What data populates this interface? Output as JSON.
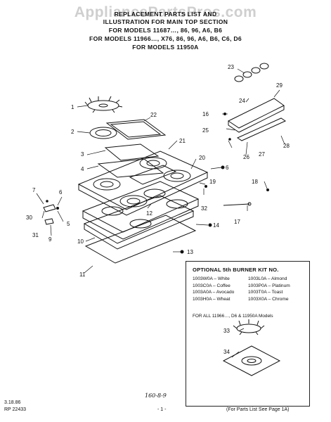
{
  "watermark": "AppliancePartsPros.com",
  "header": {
    "line1": "REPLACEMENT PARTS LIST AND",
    "line2": "ILLUSTRATION FOR MAIN TOP SECTION",
    "line3": "FOR MODELS 11687…, 86, 96, A6, B6",
    "line4": "FOR MODELS 11966…, X76, 86, 96, A6, B6, C6, D6",
    "line5": "FOR MODELS 11950A"
  },
  "callouts": {
    "c1": "1",
    "c2": "2",
    "c3": "3",
    "c4": "4",
    "c5": "5",
    "c6": "6",
    "c6b": "6",
    "c7": "7",
    "c9": "9",
    "c10": "10",
    "c11": "11",
    "c12": "12",
    "c13": "13",
    "c14": "14",
    "c16": "16",
    "c17": "17",
    "c18": "18",
    "c19": "19",
    "c20": "20",
    "c21": "21",
    "c22": "22",
    "c23": "23",
    "c24": "24",
    "c25": "25",
    "c26": "26",
    "c27": "27",
    "c28": "28",
    "c29": "29",
    "c30": "30",
    "c31": "31",
    "c32": "32",
    "c33": "33",
    "c34": "34"
  },
  "kit_box": {
    "title": "OPTIONAL 5th BURNER KIT NO.",
    "left": [
      "1003W0A – White",
      "1003C0A – Coffee",
      "1003A0A – Avocado",
      "1003H0A – Wheat"
    ],
    "right": [
      "1003L0A – Almond",
      "1003P0A – Platinum",
      "1003T0A – Toast",
      "1003X0A – Chrome"
    ],
    "note": "FOR ALL 11966…, D6 & 11950A Models"
  },
  "footer": {
    "date": "3.18.86",
    "rp": "RP 22433",
    "page": "- 1 -",
    "handwritten": "160-8-9",
    "ref": "(For Parts List See Page 1A)"
  }
}
